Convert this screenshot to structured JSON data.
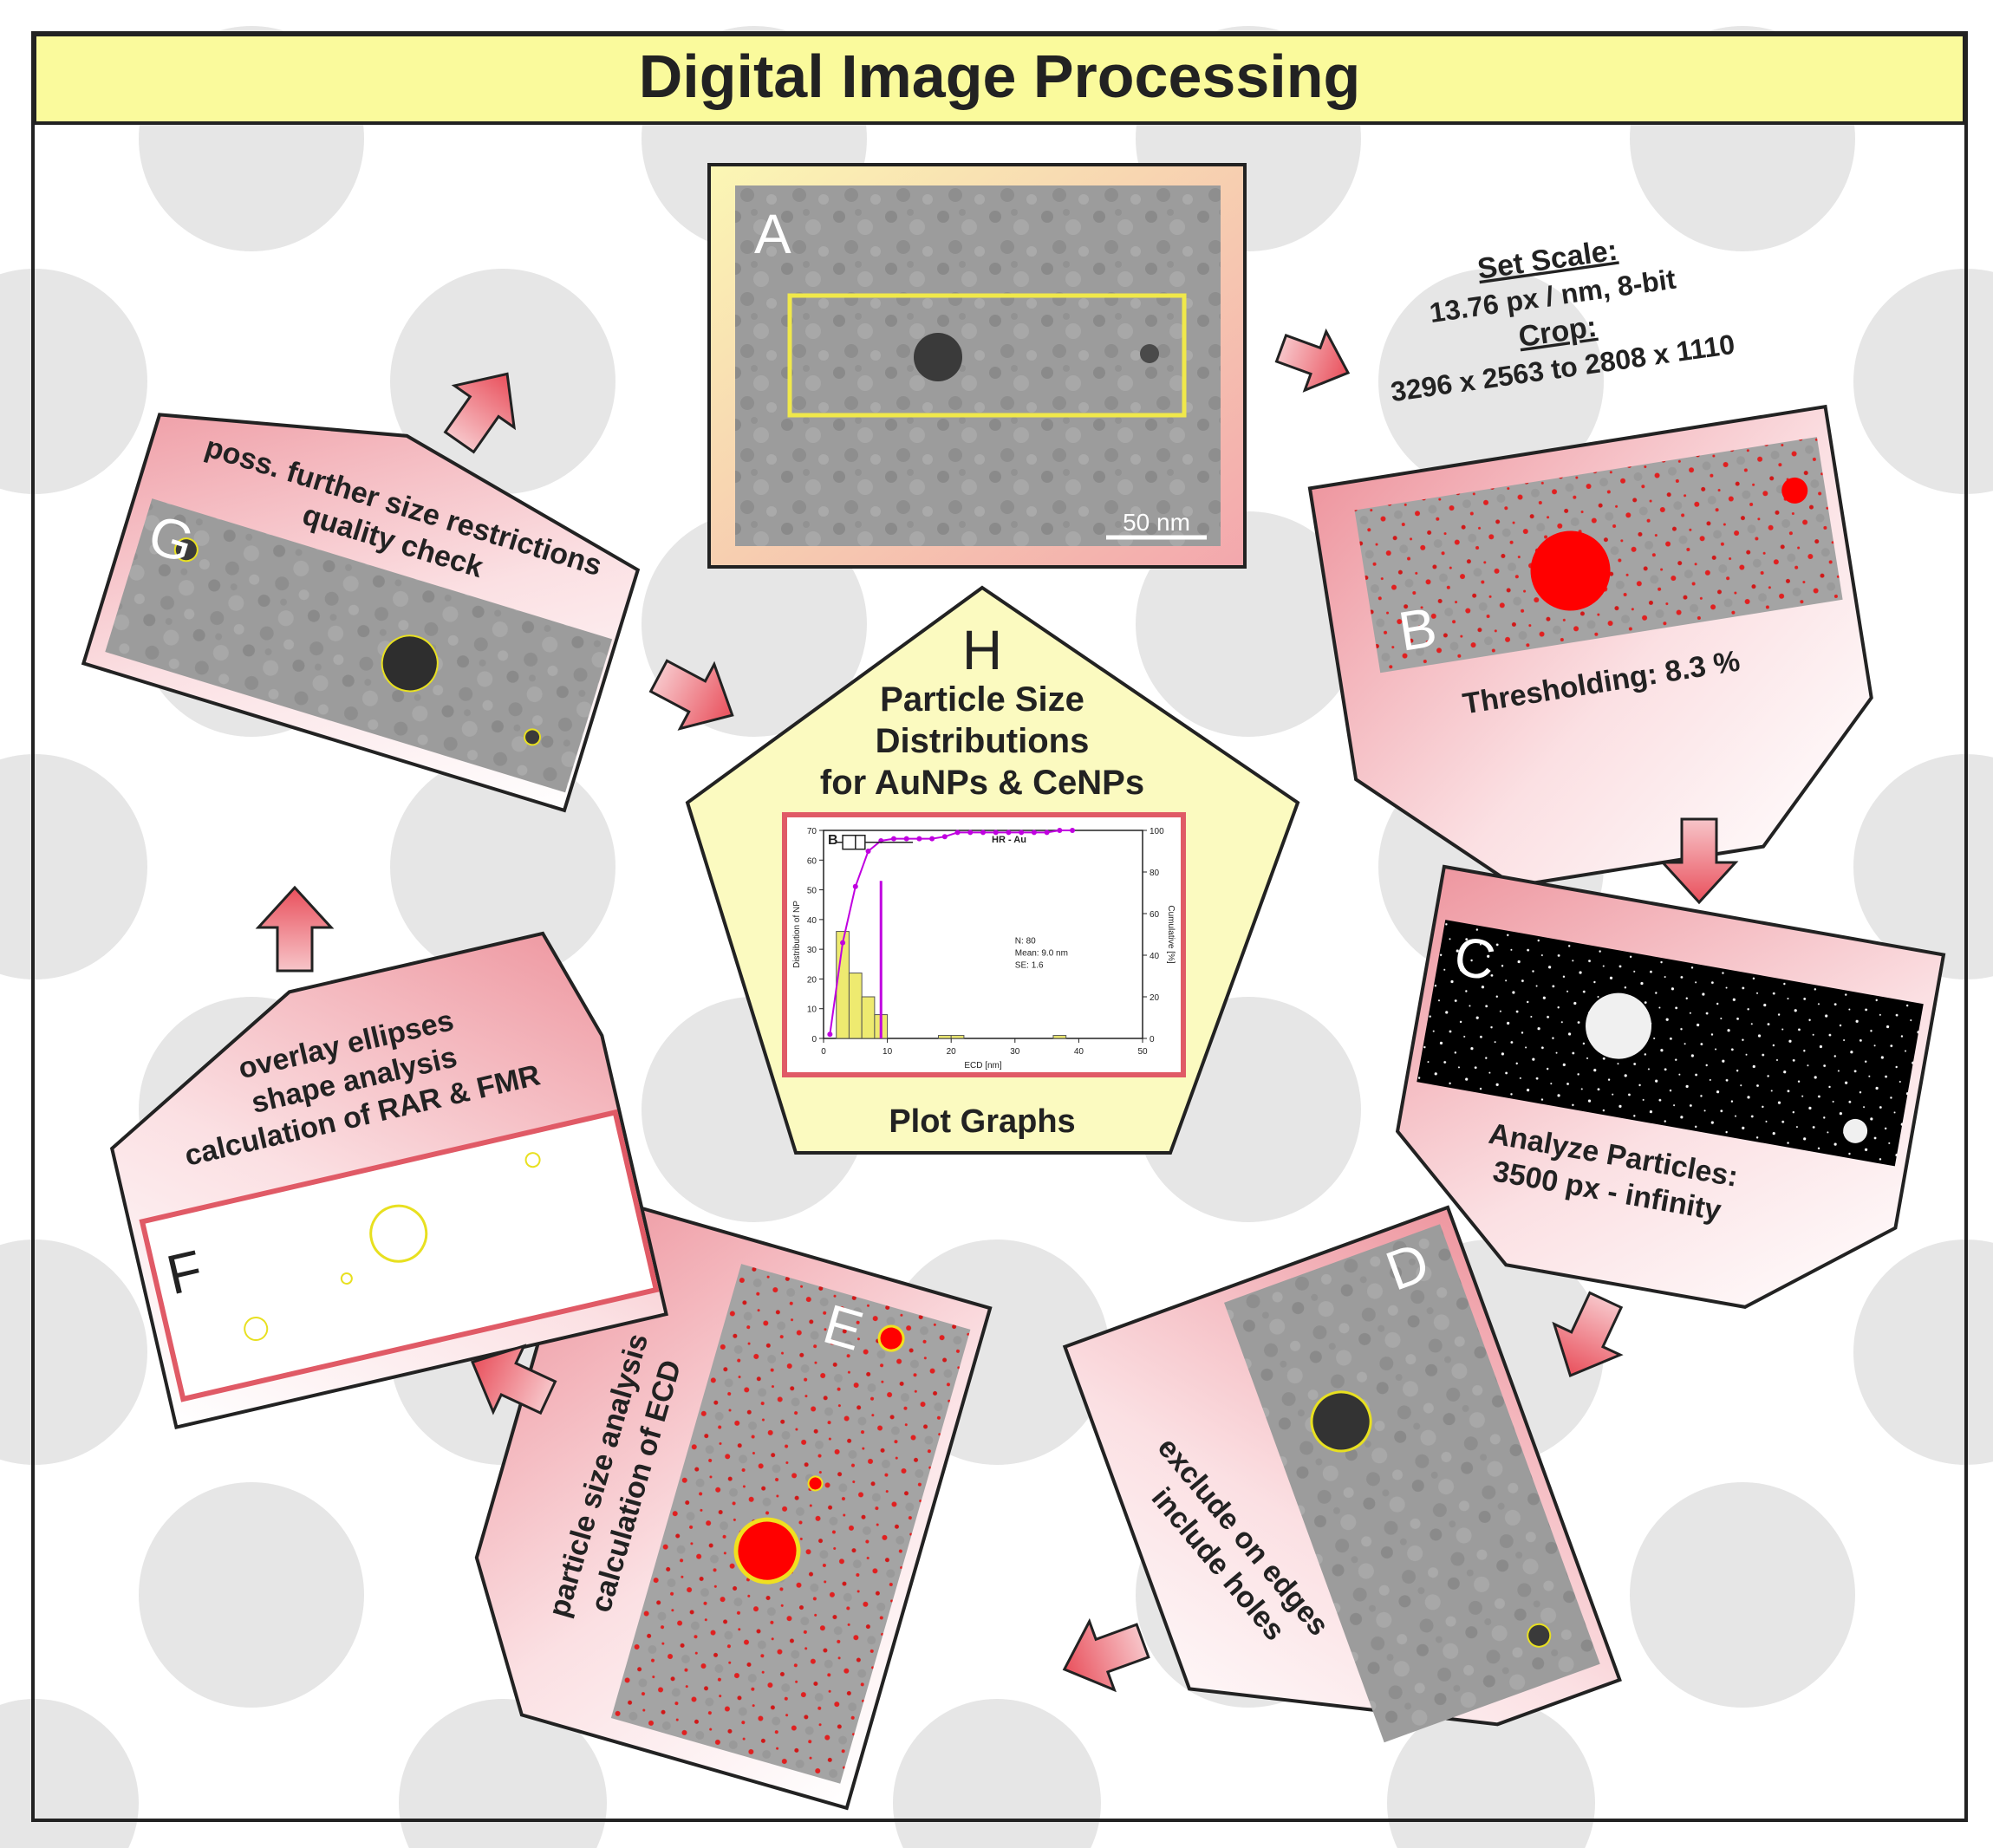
{
  "title": "Digital Image Processing",
  "colors": {
    "banner": "#fafa9c",
    "panel_pink": "#f2a0a8",
    "panel_light": "#fff5f5",
    "arrow_fill": "#f28a92",
    "yellow_pentagon": "#fbfac0",
    "frame_red": "#e05a66",
    "crop_yellow": "#f0e84a",
    "threshold_red": "#ff0000",
    "circle_gray": "#e6e6e6"
  },
  "panels": {
    "A": {
      "letter": "A",
      "scalebar": "50 nm"
    },
    "B": {
      "letter": "B",
      "caption": "Thresholding: 8.3 %"
    },
    "C": {
      "letter": "C",
      "caption_line1": "Analyze Particles:",
      "caption_line2": "3500 px - infinity"
    },
    "D": {
      "letter": "D",
      "caption_line1": "exclude on edges",
      "caption_line2": "include holes"
    },
    "E": {
      "letter": "E",
      "caption_line1": "particle size analysis",
      "caption_line2": "calculation of ECD"
    },
    "F": {
      "letter": "F",
      "caption_line1": "overlay ellipses",
      "caption_line2": "shape analysis",
      "caption_line3": "calculation of RAR & FMR"
    },
    "G": {
      "letter": "G",
      "caption_line1": "poss. further size restrictions",
      "caption_line2": "quality check"
    },
    "H": {
      "letter": "H",
      "title_line1": "Particle Size",
      "title_line2": "Distributions",
      "title_line3": "for AuNPs & CeNPs",
      "footer": "Plot Graphs"
    }
  },
  "scale_note": {
    "line1": "Set Scale:",
    "line2": "13.76 px / nm, 8-bit",
    "line3": "Crop:",
    "line4": "3296 x 2563 to 2808 x 1110"
  },
  "chart_data": {
    "type": "bar",
    "panel_label": "B",
    "title": "HR - Au",
    "xlabel": "ECD [nm]",
    "ylabel": "Distribution of NP",
    "y2label": "Cumulative [%]",
    "xlim": [
      0,
      50
    ],
    "ylim": [
      0,
      70
    ],
    "y2lim": [
      0,
      100
    ],
    "xticks": [
      0,
      10,
      20,
      30,
      40,
      50
    ],
    "yticks": [
      0,
      10,
      20,
      30,
      40,
      50,
      60,
      70
    ],
    "y2ticks": [
      0,
      20,
      40,
      60,
      80,
      100
    ],
    "bins": [
      {
        "x0": 2,
        "x1": 4,
        "count": 36
      },
      {
        "x0": 4,
        "x1": 6,
        "count": 22
      },
      {
        "x0": 6,
        "x1": 8,
        "count": 14
      },
      {
        "x0": 8,
        "x1": 10,
        "count": 8
      },
      {
        "x0": 18,
        "x1": 20,
        "count": 1
      },
      {
        "x0": 20,
        "x1": 22,
        "count": 1
      },
      {
        "x0": 36,
        "x1": 38,
        "count": 1
      }
    ],
    "cumulative": {
      "x": [
        1,
        3,
        5,
        7,
        9,
        11,
        13,
        15,
        17,
        19,
        21,
        23,
        25,
        27,
        29,
        31,
        33,
        35,
        37,
        39
      ],
      "y": [
        2,
        46,
        73,
        90,
        95,
        96,
        96,
        96,
        96,
        97,
        99,
        99,
        99,
        99,
        99,
        99,
        99,
        99,
        100,
        100
      ]
    },
    "mean_line": 9.0,
    "boxplot": {
      "whisker_low": 2,
      "q1": 3,
      "median": 5,
      "q3": 6.5,
      "whisker_high": 14,
      "y": 66
    },
    "stats": {
      "n": "N: 80",
      "mean": "Mean: 9.0 nm",
      "se": "SE: 1.6"
    }
  }
}
